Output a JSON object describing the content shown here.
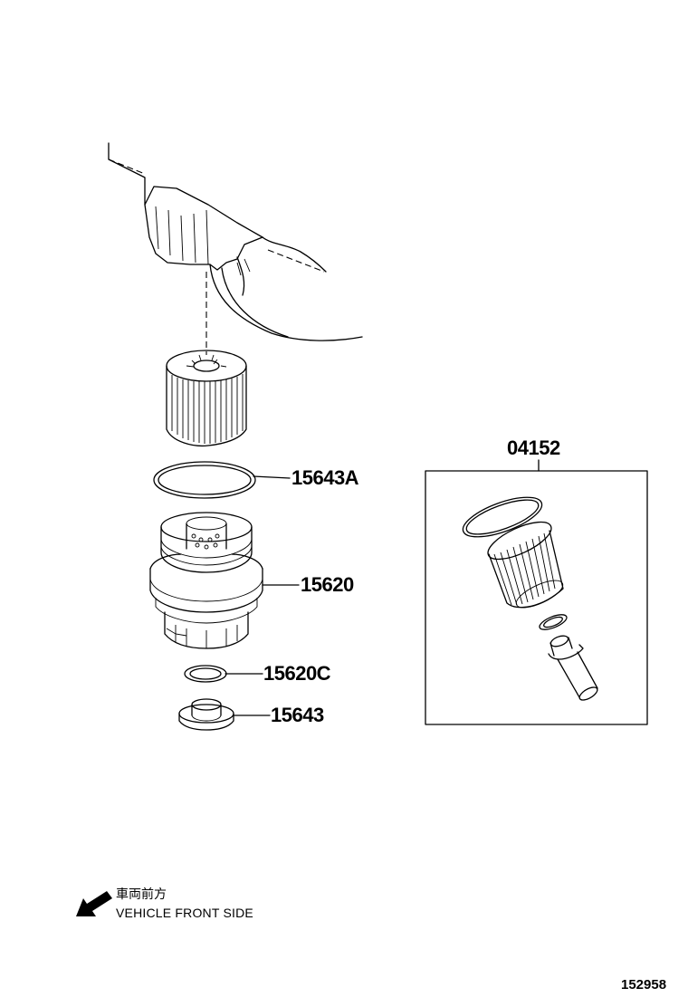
{
  "parts": {
    "oil_filter_kit": "04152",
    "o_ring": "15643A",
    "filter_cap": "15620",
    "gasket": "15620C",
    "drain_plug": "15643"
  },
  "direction_indicator": {
    "label_cn": "車両前方",
    "label_en": "VEHICLE FRONT SIDE",
    "icon": "arrow-front-left-icon"
  },
  "figure_number": "152958"
}
